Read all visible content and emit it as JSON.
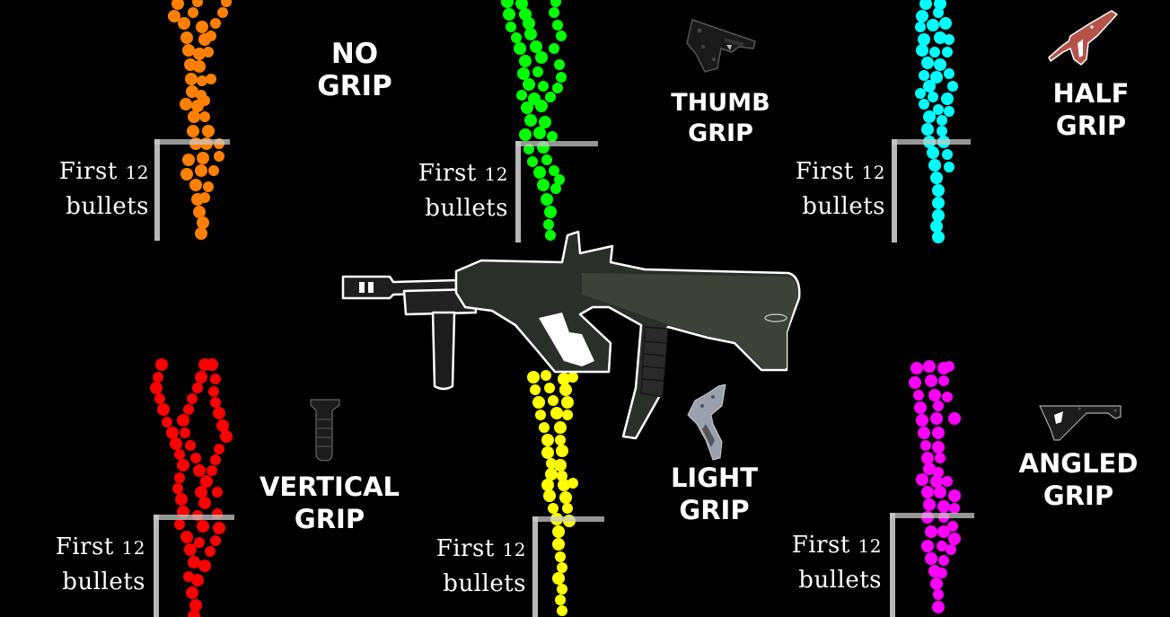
{
  "image": {
    "background": "#000000",
    "label_template": {
      "first": "First",
      "count": "12",
      "unit": "bullets"
    }
  },
  "panels": [
    {
      "id": "no-grip",
      "title_line1": "NO",
      "title_line2": "GRIP",
      "color": "#ff8000",
      "label_first": "First",
      "label_count": "12",
      "label_unit": "bullets"
    },
    {
      "id": "thumb-grip",
      "title_line1": "THUMB",
      "title_line2": "GRIP",
      "color": "#00ff00",
      "label_first": "First",
      "label_count": "12",
      "label_unit": "bullets"
    },
    {
      "id": "half-grip",
      "title_line1": "HALF",
      "title_line2": "GRIP",
      "color": "#00ffff",
      "label_first": "First",
      "label_count": "12",
      "label_unit": "bullets"
    },
    {
      "id": "vertical-grip",
      "title_line1": "VERTICAL",
      "title_line2": "GRIP",
      "color": "#ff0000",
      "label_first": "First",
      "label_count": "12",
      "label_unit": "bullets"
    },
    {
      "id": "light-grip",
      "title_line1": "LIGHT",
      "title_line2": "GRIP",
      "color": "#ffff00",
      "label_first": "First",
      "label_count": "12",
      "label_unit": "bullets"
    },
    {
      "id": "angled-grip",
      "title_line1": "ANGLED",
      "title_line2": "GRIP",
      "color": "#ff00ff",
      "label_first": "First",
      "label_count": "12",
      "label_unit": "bullets"
    }
  ],
  "icons": {
    "weapon": "rifle-icon",
    "thumb": "thumb-grip-icon",
    "half": "half-grip-icon",
    "vertical": "vertical-grip-icon",
    "light": "light-grip-icon",
    "angled": "angled-grip-icon"
  }
}
